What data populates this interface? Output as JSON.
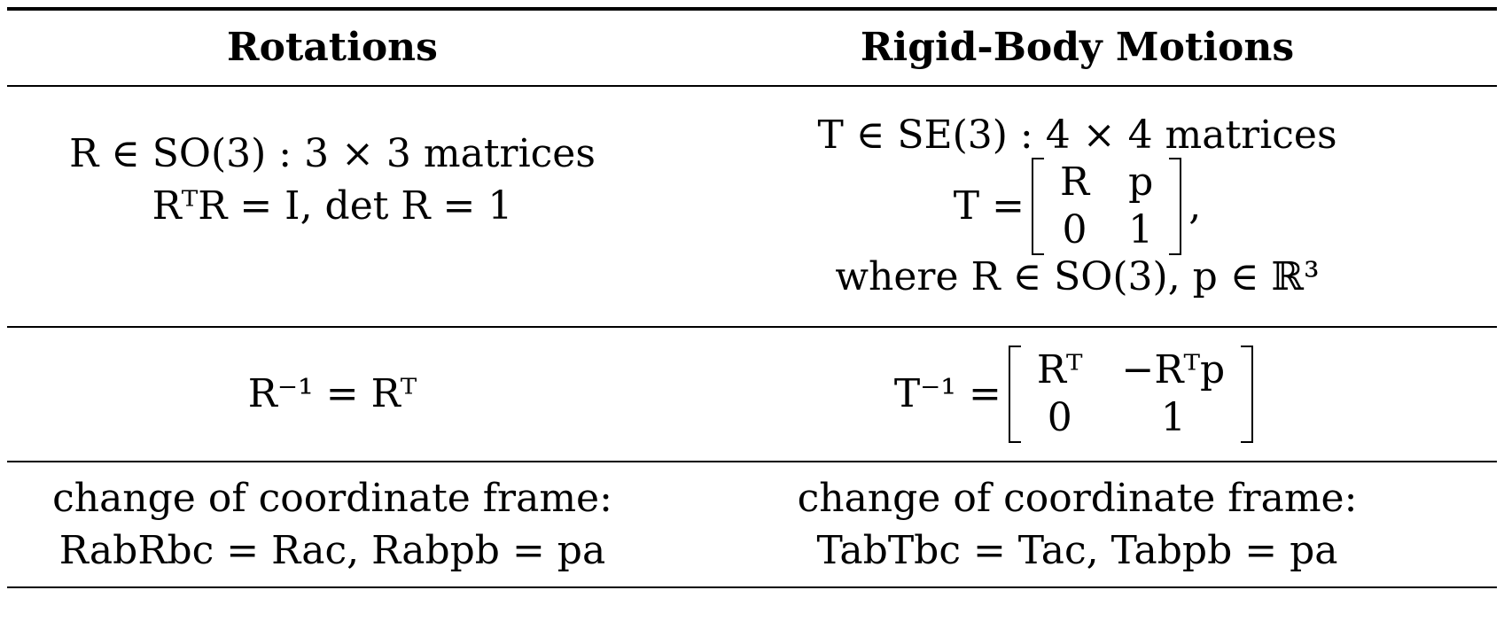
{
  "table": {
    "headers": {
      "rotations": "Rotations",
      "rigid_body": "Rigid-Body Motions"
    },
    "definition": {
      "left_line1": "R ∈ SO(3) : 3 × 3 matrices",
      "left_line2": "RᵀR = I, det R = 1",
      "right_line1": "T ∈ SE(3) : 4 × 4 matrices",
      "right_T_lhs": "T =",
      "right_matrix": [
        [
          "R",
          "p"
        ],
        [
          "0",
          "1"
        ]
      ],
      "right_trailing": ",",
      "right_line3": "where R ∈ SO(3), p ∈ ℝ³"
    },
    "inverse": {
      "left": "R⁻¹ = Rᵀ",
      "right_lhs": "T⁻¹ =",
      "right_matrix": [
        [
          "Rᵀ",
          "−Rᵀp"
        ],
        [
          "0",
          "1"
        ]
      ]
    },
    "frame_change": {
      "left_label": "change of coordinate frame:",
      "left_formula": "RabRbc = Rac,  Rabpb = pa",
      "right_label": "change of coordinate frame:",
      "right_formula": "TabTbc = Tac,  Tabpb = pa"
    }
  }
}
